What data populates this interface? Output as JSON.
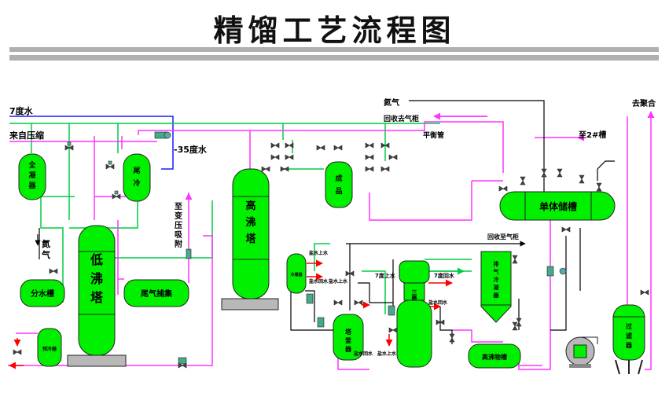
{
  "title": "精馏工艺流程图",
  "labels": {
    "water7": "7度水",
    "from_compressor": "来自压缩",
    "minus35": "-35度水",
    "to_pressure_swing": [
      "至",
      "变",
      "压",
      "吸",
      "附"
    ],
    "nitrogen_left": [
      "氮",
      "气"
    ],
    "nitrogen_top": "氮气",
    "recover_gas_top": "回收去气柜",
    "balance_pipe": "平衡管",
    "to_polymer": "去聚合",
    "to_tank2": "至2#槽",
    "recover_gas_mid": "回收至气柜",
    "water7_mid": "7度上水",
    "water7_return": "7度回水",
    "brine_up_1": "盐水上水",
    "brine_ret_1": "盐水回水",
    "brine_up_2": "盐水上水",
    "brine_ret_2": "盐水回水",
    "brine_ret_3": "盐水回水",
    "brine_up_3": "盐水上水"
  },
  "equipment": {
    "fullcond": [
      "全",
      "凝",
      "器"
    ],
    "tailcool": [
      "尾",
      "冷"
    ],
    "low_tower": [
      "低",
      "沸",
      "塔"
    ],
    "water_sep": "分水槽",
    "tail_adsorb": "尾气捕集",
    "pre_cooler": "预冷器",
    "high_tower": [
      "高",
      "沸",
      "塔"
    ],
    "product_cooler": [
      "成",
      "品"
    ],
    "mono_tank": "单体储槽",
    "small_cond": "冷凝器",
    "reboiler": [
      "塔",
      "釜",
      "器"
    ],
    "third_cond": [
      "三",
      "器"
    ],
    "exhaust_col": [
      "排",
      "气",
      "冷",
      "凝",
      "器"
    ],
    "high_storage": "高沸物槽",
    "filter": [
      "过",
      "滤",
      "器"
    ],
    "pump": "泵"
  },
  "colors": {
    "equipment": "#00f000",
    "green_line": "#00cc44",
    "magenta_line": "#ff33ff",
    "blue_line": "#1a1aff",
    "red_arrow": "#ff0000",
    "black_line": "#000000",
    "base": "#b8b8b8",
    "header_bar": "#b0b0b0"
  }
}
